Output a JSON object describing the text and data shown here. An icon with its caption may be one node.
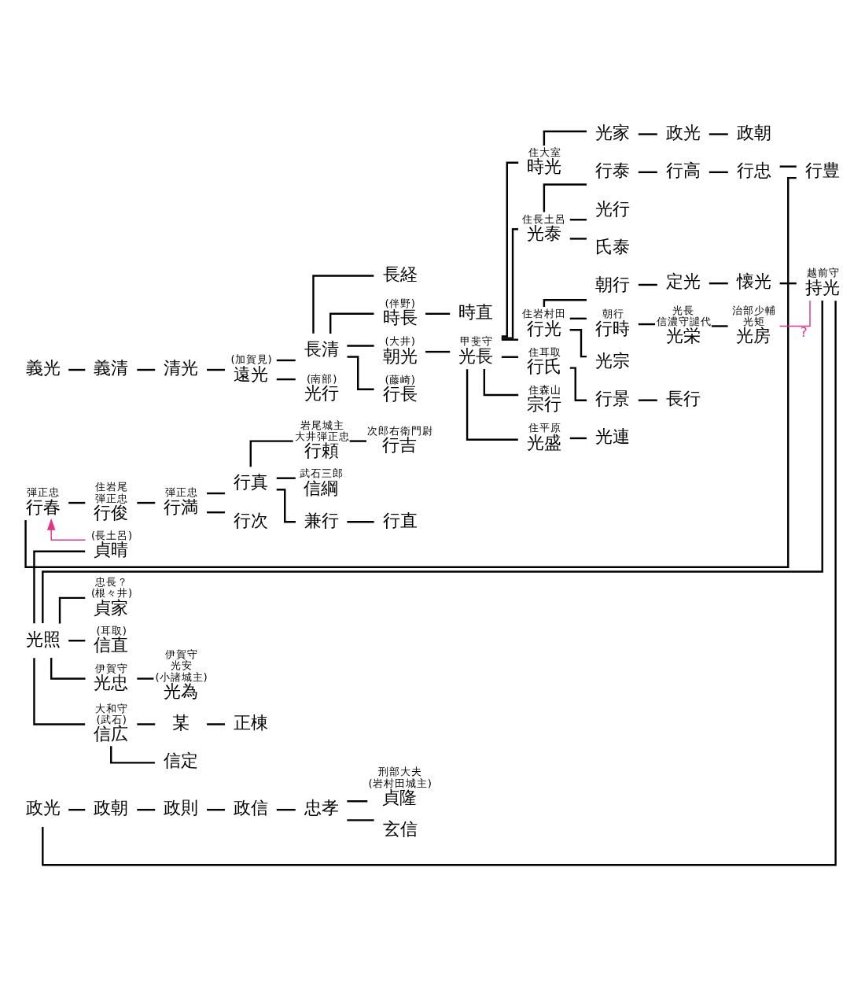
{
  "diagram": {
    "nodes": [
      {
        "text": [
          "義光"
        ]
      },
      {
        "text": [
          "義清"
        ]
      },
      {
        "text": [
          "清光"
        ]
      },
      {
        "text": [
          "遠光"
        ],
        "beside": [
          "(加賀見)"
        ]
      },
      {
        "text": [
          "長清"
        ]
      },
      {
        "text": [
          "光行"
        ],
        "beside": [
          "(南部)"
        ]
      },
      {
        "text": [
          "長経"
        ]
      },
      {
        "text": [
          "時長"
        ],
        "beside": [
          "(伴野)"
        ]
      },
      {
        "text": [
          "時直"
        ]
      },
      {
        "text": [
          "朝光"
        ],
        "beside": [
          "(大井)"
        ]
      },
      {
        "text": [
          "光長"
        ],
        "beside": [
          "甲斐守"
        ]
      },
      {
        "text": [
          "行長"
        ],
        "beside": [
          "(藤崎)"
        ]
      },
      {
        "text": [
          "時光"
        ],
        "beside": [
          "住大室"
        ]
      },
      {
        "text": [
          "光泰"
        ],
        "beside": [
          "住長土呂"
        ]
      },
      {
        "text": [
          "行光"
        ],
        "beside": [
          "住岩村田"
        ]
      },
      {
        "text": [
          "行氏"
        ],
        "beside": [
          "住耳取"
        ]
      },
      {
        "text": [
          "宗行"
        ],
        "beside": [
          "住森山"
        ]
      },
      {
        "text": [
          "光盛"
        ],
        "beside": [
          "住平原"
        ]
      },
      {
        "text": [
          "光家"
        ]
      },
      {
        "text": [
          "政光"
        ]
      },
      {
        "text": [
          "政朝"
        ]
      },
      {
        "text": [
          "行泰"
        ]
      },
      {
        "text": [
          "光行"
        ]
      },
      {
        "text": [
          "氏泰"
        ]
      },
      {
        "text": [
          "行高"
        ]
      },
      {
        "text": [
          "行忠"
        ]
      },
      {
        "text": [
          "行豊"
        ]
      },
      {
        "text": [
          "朝行"
        ]
      },
      {
        "text": [
          "行時"
        ],
        "beside": [
          "朝行"
        ]
      },
      {
        "text": [
          "光宗"
        ]
      },
      {
        "text": [
          "定光"
        ]
      },
      {
        "text": [
          "懐光"
        ]
      },
      {
        "text": [
          "持光"
        ],
        "beside": [
          "越前守"
        ]
      },
      {
        "text": [
          "光栄"
        ],
        "beside": [
          "光長",
          "信濃守譴代"
        ]
      },
      {
        "text": [
          "光房"
        ],
        "beside": [
          "治部少輔",
          "光矩"
        ]
      },
      {
        "text": [
          "行景"
        ]
      },
      {
        "text": [
          "長行"
        ]
      },
      {
        "text": [
          "光連"
        ]
      },
      {
        "text": [
          "政光"
        ]
      },
      {
        "text": [
          "光照"
        ]
      },
      {
        "text": [
          "政朝"
        ]
      },
      {
        "text": [
          "政則"
        ]
      },
      {
        "text": [
          "政信"
        ]
      },
      {
        "text": [
          "忠孝"
        ]
      },
      {
        "text": [
          "貞隆"
        ],
        "beside": [
          "刑部大夫",
          "(岩村田城主)"
        ]
      },
      {
        "text": [
          "玄信"
        ]
      },
      {
        "text": [
          "貞晴"
        ],
        "beside": [
          "(長土呂)"
        ]
      },
      {
        "text": [
          "貞家"
        ],
        "beside": [
          "忠長？",
          "(根々井)"
        ]
      },
      {
        "text": [
          "信直"
        ],
        "beside": [
          "(耳取)"
        ]
      },
      {
        "text": [
          "光忠"
        ],
        "beside": [
          "伊賀守"
        ]
      },
      {
        "text": [
          "光為"
        ],
        "beside": [
          "伊賀守",
          "光安",
          "(小諸城主)"
        ]
      },
      {
        "text": [
          "信広"
        ],
        "beside": [
          "大和守",
          "(武石)"
        ]
      },
      {
        "text": [
          "某"
        ]
      },
      {
        "text": [
          "信定"
        ]
      },
      {
        "text": [
          "正棟"
        ]
      },
      {
        "text": [
          "行春"
        ],
        "beside": [
          "弾正忠"
        ]
      },
      {
        "text": [
          "行俊"
        ],
        "beside": [
          "住岩尾",
          "弾正忠"
        ]
      },
      {
        "text": [
          "行満"
        ],
        "beside": [
          "弾正忠"
        ]
      },
      {
        "text": [
          "行真"
        ]
      },
      {
        "text": [
          "行次"
        ]
      },
      {
        "text": [
          "行頼"
        ],
        "beside": [
          "岩尾城主",
          "大井弾正忠"
        ]
      },
      {
        "text": [
          "信綱"
        ],
        "beside": [
          "武石三郎"
        ]
      },
      {
        "text": [
          "兼行"
        ]
      },
      {
        "text": [
          "行吉"
        ],
        "beside": [
          "次郎右衛門尉"
        ]
      },
      {
        "text": [
          "行直"
        ]
      }
    ],
    "edges": [
      {
        "from": 0,
        "to": 1,
        "arrow": "none"
      },
      {
        "from": 1,
        "to": 2,
        "arrow": "none"
      },
      {
        "from": 2,
        "to": 3,
        "arrow": "none"
      },
      {
        "from": 3,
        "to": 4,
        "arrow": "none"
      },
      {
        "from": 3,
        "to": 5,
        "arrow": "none"
      },
      {
        "from": 4,
        "to": 6,
        "arrow": "none"
      },
      {
        "from": 4,
        "to": 7,
        "arrow": "none"
      },
      {
        "from": 4,
        "to": 9,
        "arrow": "none"
      },
      {
        "from": 4,
        "to": 11,
        "arrow": "none"
      },
      {
        "from": 7,
        "to": 8,
        "arrow": "none"
      },
      {
        "from": 9,
        "to": 10,
        "arrow": "none"
      },
      {
        "from": 10,
        "to": 12,
        "arrow": "none"
      },
      {
        "from": 10,
        "to": 13,
        "arrow": "none"
      },
      {
        "from": 10,
        "to": 14,
        "arrow": "none"
      },
      {
        "from": 10,
        "to": 15,
        "arrow": "none"
      },
      {
        "from": 10,
        "to": 16,
        "arrow": "none"
      },
      {
        "from": 10,
        "to": 17,
        "arrow": "none"
      },
      {
        "from": 12,
        "to": 18,
        "arrow": "none"
      },
      {
        "from": 18,
        "to": 19,
        "arrow": "none"
      },
      {
        "from": 19,
        "to": 20,
        "arrow": "none"
      },
      {
        "from": 13,
        "to": 21,
        "arrow": "none"
      },
      {
        "from": 13,
        "to": 22,
        "arrow": "none"
      },
      {
        "from": 13,
        "to": 23,
        "arrow": "none"
      },
      {
        "from": 21,
        "to": 24,
        "arrow": "none"
      },
      {
        "from": 24,
        "to": 25,
        "arrow": "none"
      },
      {
        "from": 25,
        "to": 26,
        "arrow": "none"
      },
      {
        "from": 14,
        "to": 27,
        "arrow": "none"
      },
      {
        "from": 14,
        "to": 28,
        "arrow": "none"
      },
      {
        "from": 14,
        "to": 29,
        "arrow": "none"
      },
      {
        "from": 27,
        "to": 30,
        "arrow": "none"
      },
      {
        "from": 30,
        "to": 31,
        "arrow": "none"
      },
      {
        "from": 31,
        "to": 32,
        "arrow": "none"
      },
      {
        "from": 28,
        "to": 33,
        "arrow": "none"
      },
      {
        "from": 33,
        "to": 34,
        "arrow": "none"
      },
      {
        "from": 34,
        "to": 32,
        "arrow": "none",
        "label": "?",
        "color": "#e0338a"
      },
      {
        "from": 15,
        "to": 35,
        "arrow": "none"
      },
      {
        "from": 35,
        "to": 36,
        "arrow": "none"
      },
      {
        "from": 17,
        "to": 37,
        "arrow": "none"
      },
      {
        "from": 32,
        "to": 38,
        "arrow": "none"
      },
      {
        "from": 32,
        "to": 39,
        "arrow": "none"
      },
      {
        "from": 38,
        "to": 40,
        "arrow": "none"
      },
      {
        "from": 40,
        "to": 41,
        "arrow": "none"
      },
      {
        "from": 41,
        "to": 42,
        "arrow": "none"
      },
      {
        "from": 42,
        "to": 43,
        "arrow": "none"
      },
      {
        "from": 43,
        "to": 44,
        "arrow": "none"
      },
      {
        "from": 43,
        "to": 45,
        "arrow": "none"
      },
      {
        "from": 39,
        "to": 46,
        "arrow": "none"
      },
      {
        "from": 39,
        "to": 47,
        "arrow": "none"
      },
      {
        "from": 39,
        "to": 48,
        "arrow": "none"
      },
      {
        "from": 39,
        "to": 49,
        "arrow": "none"
      },
      {
        "from": 39,
        "to": 51,
        "arrow": "none"
      },
      {
        "from": 49,
        "to": 50,
        "arrow": "none"
      },
      {
        "from": 51,
        "to": 52,
        "arrow": "none"
      },
      {
        "from": 51,
        "to": 53,
        "arrow": "none"
      },
      {
        "from": 52,
        "to": 54,
        "arrow": "none"
      },
      {
        "from": 26,
        "to": 55,
        "arrow": "none"
      },
      {
        "from": 46,
        "to": 55,
        "arrow": "to",
        "color": "#e0338a"
      },
      {
        "from": 55,
        "to": 56,
        "arrow": "none"
      },
      {
        "from": 56,
        "to": 57,
        "arrow": "none"
      },
      {
        "from": 57,
        "to": 58,
        "arrow": "none"
      },
      {
        "from": 57,
        "to": 59,
        "arrow": "none"
      },
      {
        "from": 58,
        "to": 60,
        "arrow": "none"
      },
      {
        "from": 58,
        "to": 61,
        "arrow": "none"
      },
      {
        "from": 58,
        "to": 62,
        "arrow": "none"
      },
      {
        "from": 60,
        "to": 63,
        "arrow": "none"
      },
      {
        "from": 62,
        "to": 64,
        "arrow": "none"
      }
    ]
  }
}
